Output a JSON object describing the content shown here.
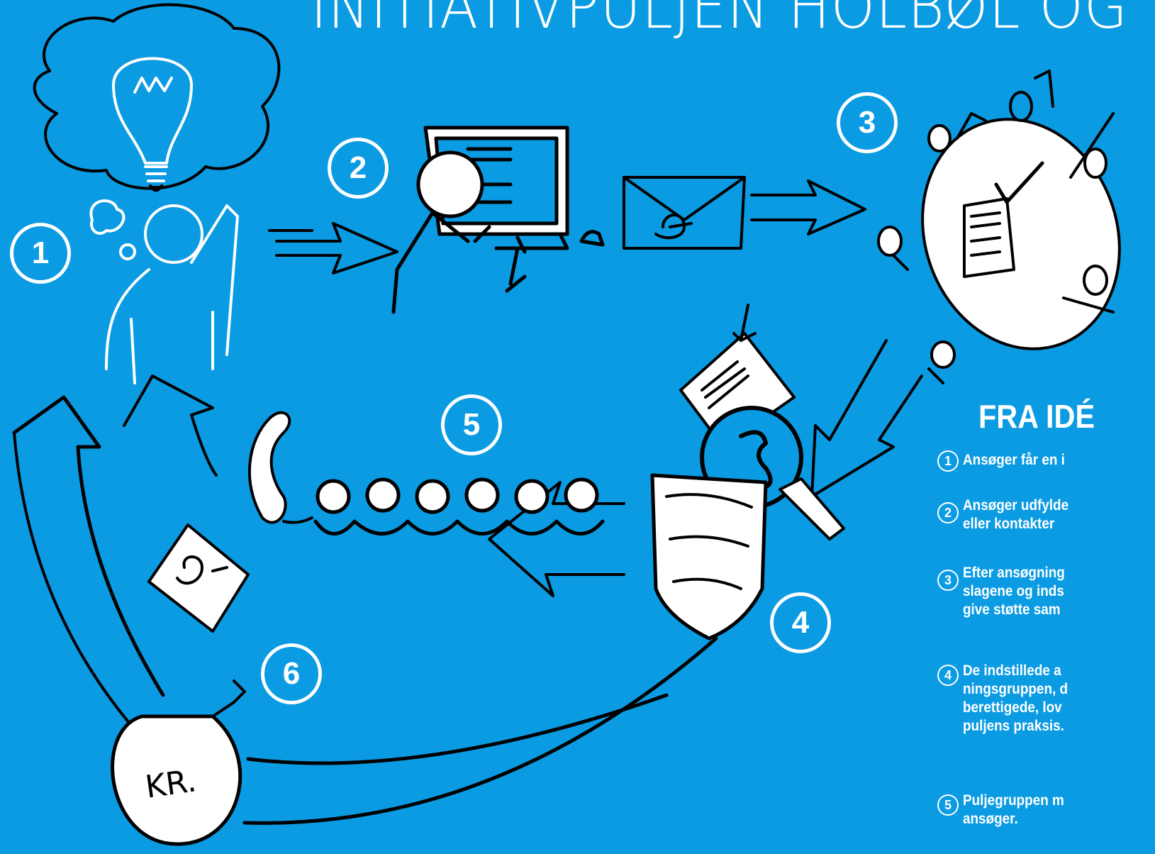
{
  "title": "INITIATIVPULJEN HOLBØL OG",
  "subtitle": "FRA IDÉ",
  "steps": [
    {
      "num": "1",
      "text": "Ansøger får en i"
    },
    {
      "num": "2",
      "text": "Ansøger udfylde\neller kontakter"
    },
    {
      "num": "3",
      "text": "Efter ansøgning\nslagene og inds\ngive støtte sam"
    },
    {
      "num": "4",
      "text": "De indstillede a\nningsgruppen, d\nberettigede, lov\npuljens praksis."
    },
    {
      "num": "5",
      "text": "Puljegruppen m\nansøger."
    }
  ],
  "diagram_numbers": [
    "1",
    "2",
    "3",
    "4",
    "5",
    "6"
  ],
  "money_bag_label": "KR.",
  "colors": {
    "background": "#0a9be3",
    "ink": "#000000",
    "paper": "#ffffff"
  }
}
